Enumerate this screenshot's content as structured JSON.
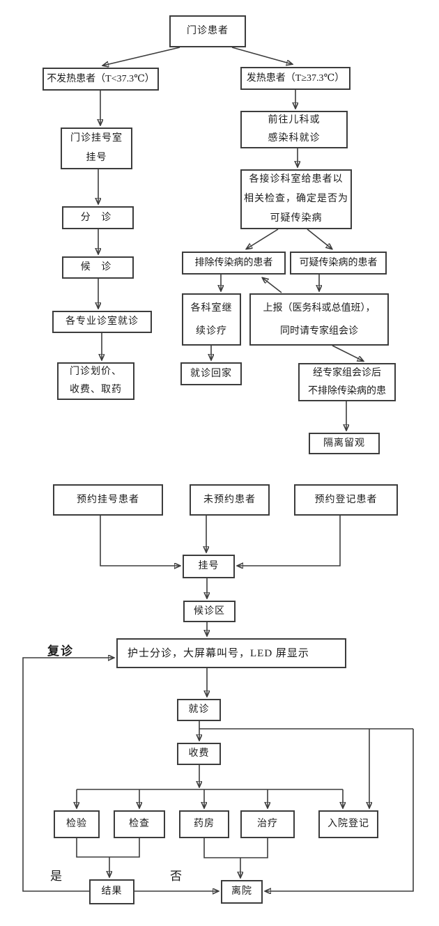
{
  "flowchart_top": {
    "outpatient": "门诊患者",
    "non_fever": "不发热患者（T<37.3℃）",
    "fever": "发热患者（T≥37.3℃）",
    "registration_room": "门诊挂号室\n挂号",
    "goto_pediatrics": "前往儿科或\n感染科就诊",
    "triage": "分 诊",
    "receiving_depts": "各接诊科室给患者以\n相关检查，确定是否为\n可疑传染病",
    "waiting": "候 诊",
    "excluded_patients": "排除传染病的患者",
    "suspected_patients": "可疑传染病的患者",
    "specialty_clinics": "各专业诊室就诊",
    "depts_continue": "各科室继\n续诊疗",
    "report_consult": "上报（医务科或总值班），\n同时请专家组会诊",
    "pricing_pay_drugs": "门诊划价、\n收费、取药",
    "go_home": "就诊回家",
    "expert_not_excluded": "经专家组会诊后\n不排除传染病的患",
    "isolation": "隔离留观"
  },
  "flowchart_bottom": {
    "appointment_registered": "预约挂号患者",
    "no_appointment": "未预约患者",
    "appointment_recorded": "预约登记患者",
    "register": "挂号",
    "waiting_area": "候诊区",
    "nurse_triage": "护士分诊，大屏幕叫号，LED 屏显示",
    "revisit": "复诊",
    "visit": "就诊",
    "pay": "收费",
    "lab_test": "检验",
    "examination": "检查",
    "pharmacy": "药房",
    "treatment": "治疗",
    "admission": "入院登记",
    "yes": "是",
    "no": "否",
    "result": "结果",
    "discharge": "离院"
  },
  "colors": {
    "line": "#3c3c3c",
    "background": "#ffffff",
    "text": "#1a1a1a"
  }
}
